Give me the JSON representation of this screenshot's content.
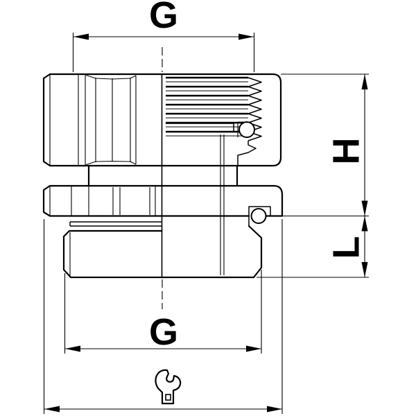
{
  "drawing": {
    "type": "technical-drawing",
    "subject": "threaded adapter fitting half-section",
    "colors": {
      "line": "#000000",
      "background": "#ffffff"
    },
    "dimensions": {
      "thread_top_label": "G",
      "height_label": "H",
      "length_label": "L",
      "thread_bottom_label": "G"
    },
    "icons": [
      "open-end-wrench-icon"
    ]
  }
}
